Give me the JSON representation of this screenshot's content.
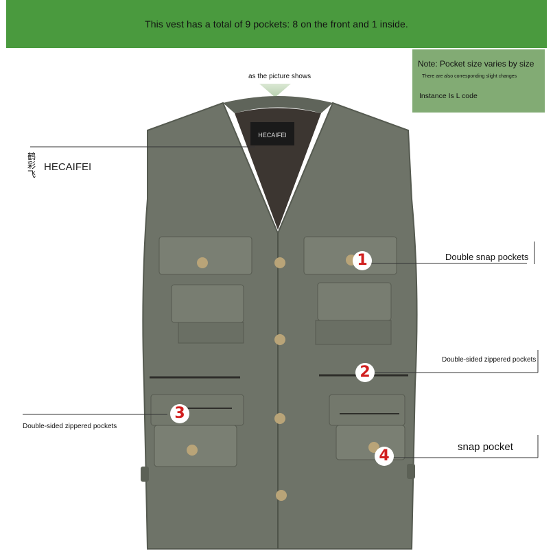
{
  "banner": {
    "text": "This vest has a total of 9 pockets: 8 on the front and 1 inside."
  },
  "note": {
    "title": "Note: Pocket size varies by size",
    "subtitle": "There are also corresponding slight changes",
    "instance": "Instance Is L code"
  },
  "picture_note": "as the picture shows",
  "brand": {
    "chinese": "鹤彩飞",
    "name": "HECAIFEI",
    "tag_text": "HECAIFEI"
  },
  "callouts": [
    {
      "number": "1",
      "label": "Double snap pockets"
    },
    {
      "number": "2",
      "label": "Double-sided zippered pockets"
    },
    {
      "number": "3",
      "label": "Double-sided zippered pockets"
    },
    {
      "number": "4",
      "label": "snap pocket"
    }
  ],
  "colors": {
    "banner": "#4a9a3e",
    "note": "#82ab74",
    "vest": "#6e7368",
    "badge_text": "#d11f1f"
  }
}
